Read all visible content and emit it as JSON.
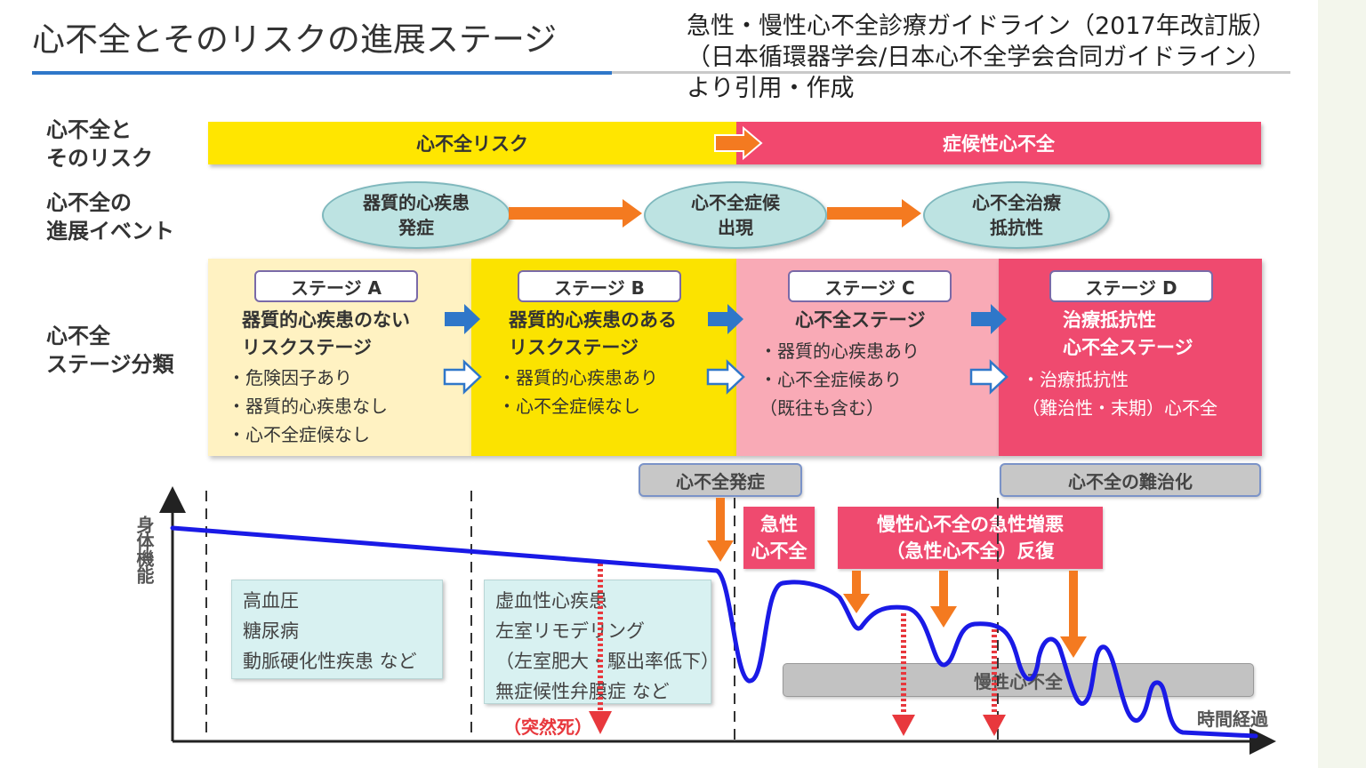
{
  "title": "心不全とそのリスクの進展ステージ",
  "citation": {
    "line1": "急性・慢性心不全診療ガイドライン（2017年改訂版）",
    "line2": "（日本循環器学会/日本心不全学会合同ガイドライン）",
    "line3": "より引用・作成"
  },
  "row_labels": {
    "risk": [
      "心不全と",
      "そのリスク"
    ],
    "events": [
      "心不全の",
      "進展イベント"
    ],
    "stages": [
      "心不全",
      "ステージ分類"
    ]
  },
  "risk_band": {
    "left": "心不全リスク",
    "right": "症候性心不全"
  },
  "events": [
    {
      "line1": "器質的心疾患",
      "line2": "発症"
    },
    {
      "line1": "心不全症候",
      "line2": "出現"
    },
    {
      "line1": "心不全治療",
      "line2": "抵抗性"
    }
  ],
  "stages": [
    {
      "tab": "ステージ A",
      "head1": "器質的心疾患のない",
      "head2": "リスクステージ",
      "items": [
        "・危険因子あり",
        "・器質的心疾患なし",
        "・心不全症候なし"
      ]
    },
    {
      "tab": "ステージ B",
      "head1": "器質的心疾患のある",
      "head2": "リスクステージ",
      "items": [
        "・器質的心疾患あり",
        "・心不全症候なし"
      ]
    },
    {
      "tab": "ステージ C",
      "head1": "心不全ステージ",
      "head2": "",
      "items": [
        "・器質的心疾患あり",
        "・心不全症候あり",
        "（既往も含む）"
      ]
    },
    {
      "tab": "ステージ D",
      "head1": "治療抵抗性",
      "head2": "心不全ステージ",
      "items": [
        "・治療抵抗性",
        "（難治性・末期）心不全"
      ]
    }
  ],
  "timeline": {
    "onset_label": "心不全発症",
    "refractory_label": "心不全の難治化",
    "acute_label": [
      "急性",
      "心不全"
    ],
    "exacerbation_label": [
      "慢性心不全の急性増悪",
      "（急性心不全）反復"
    ],
    "chronic_label": "慢性心不全",
    "y_axis_label": "身体機能",
    "x_axis_label": "時間経過",
    "sudden_death": "（突然死）",
    "causes_a": [
      "高血圧",
      "糖尿病",
      "動脈硬化性疾患 など"
    ],
    "causes_b": [
      "虚血性心疾患",
      "左室リモデリング",
      "（左室肥大・駆出率低下）",
      "無症候性弁膜症 など"
    ]
  },
  "colors": {
    "yellow": "#ffe600",
    "pink": "#ef4a6f",
    "light_yellow": "#fff2c2",
    "light_pink": "#f9aab6",
    "teal": "#bde3e2",
    "arrow_orange": "#f47a20",
    "arrow_blue": "#2f77c9",
    "curve_blue": "#1a1ae6",
    "title_blue": "#2f77c9"
  }
}
